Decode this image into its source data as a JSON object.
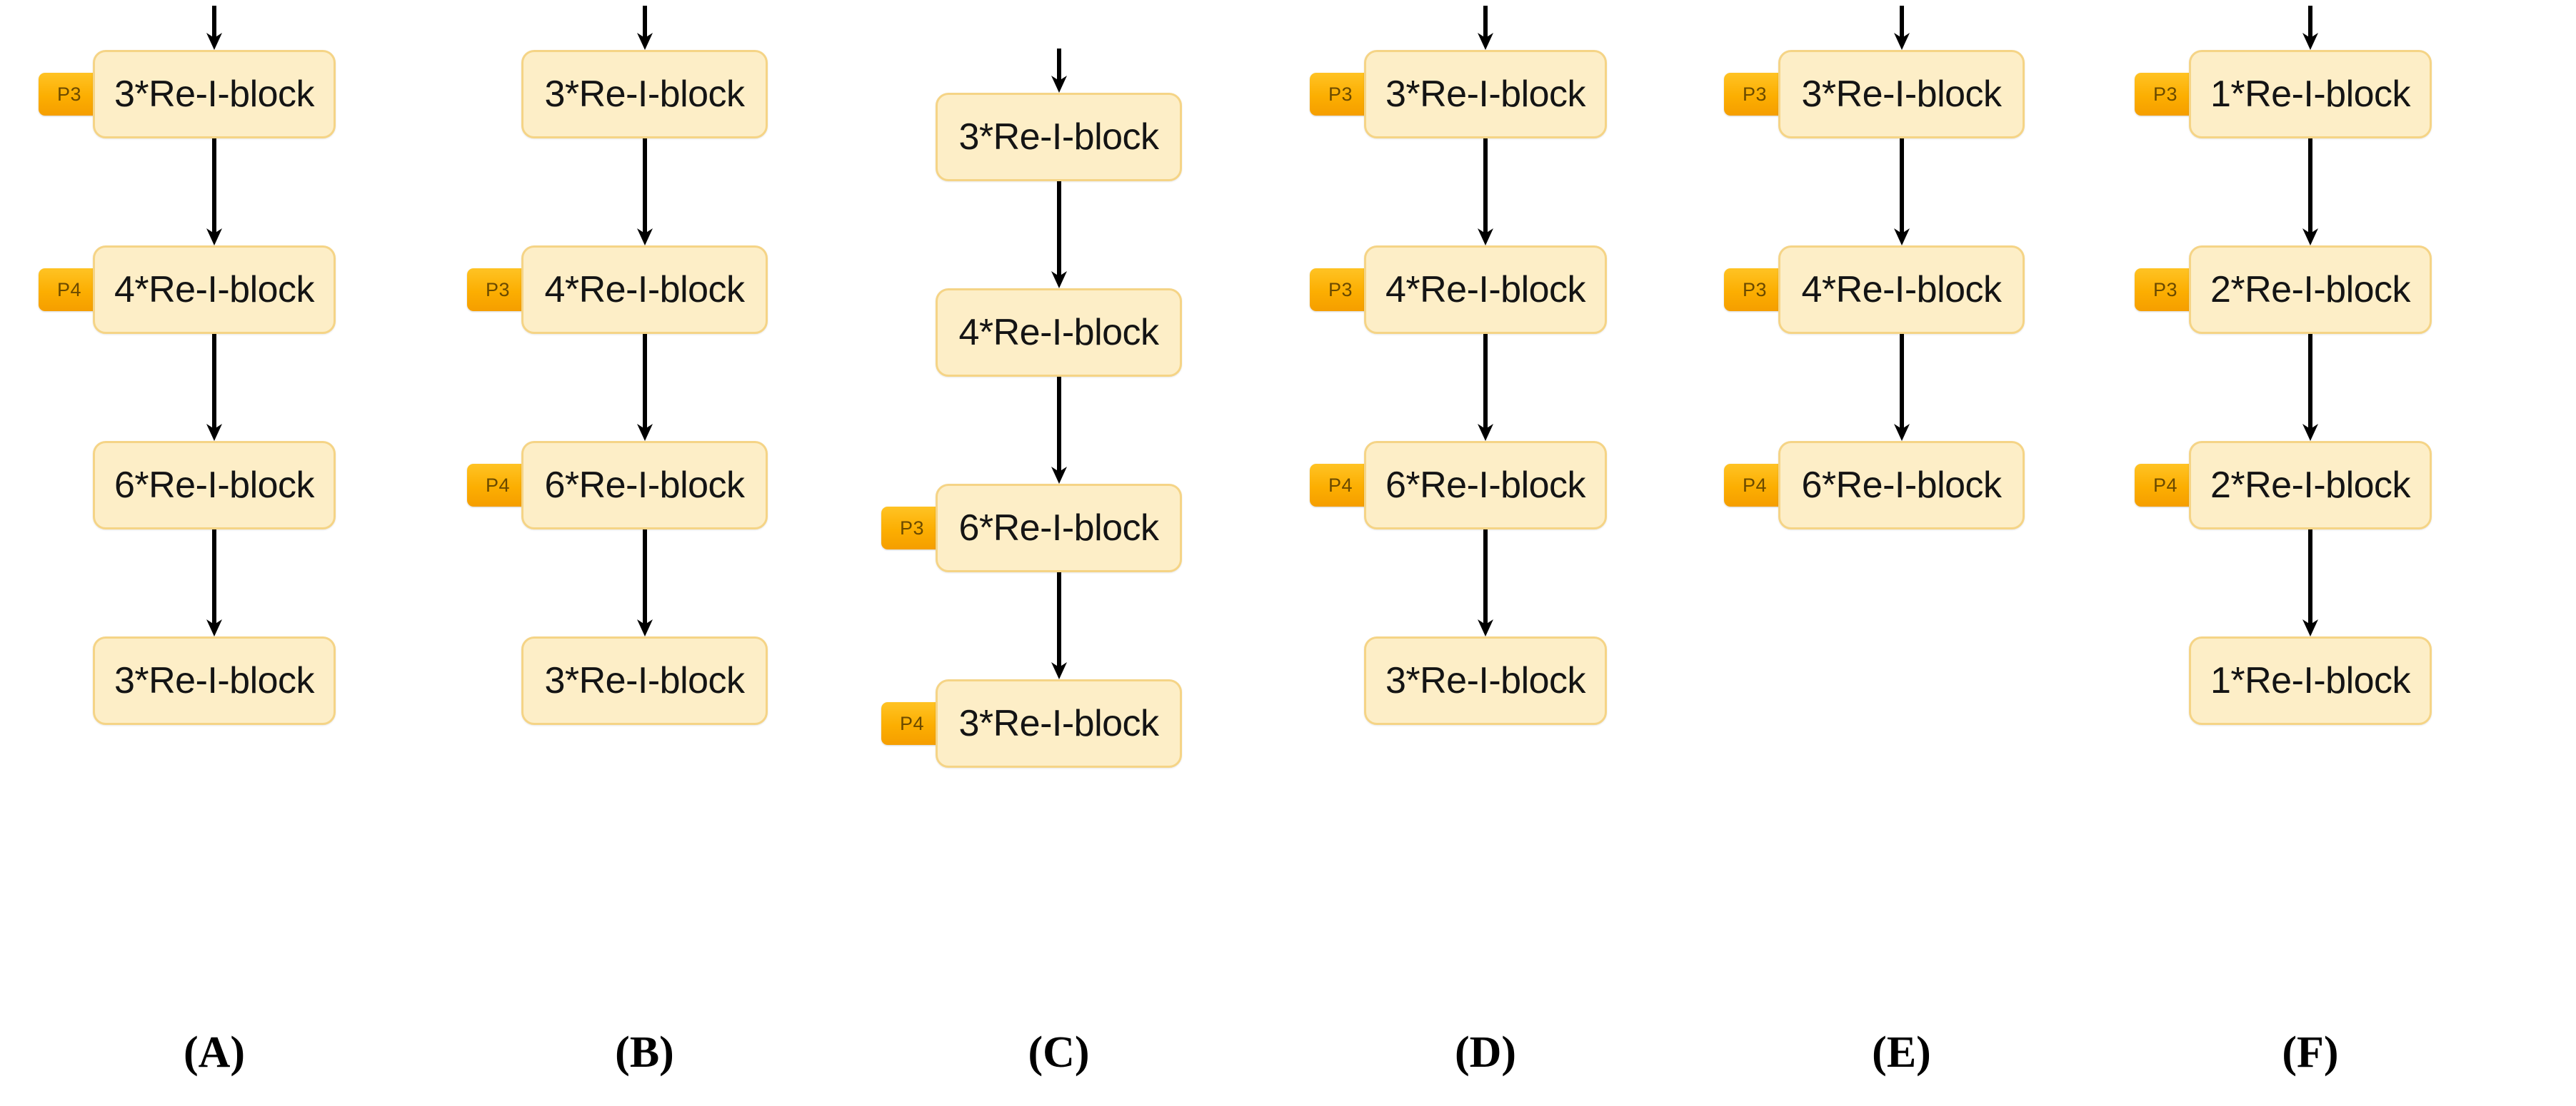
{
  "figure": {
    "background_color": "#ffffff",
    "box_fill_color": "#fdeec7",
    "box_border_color": "#f5d486",
    "tag_color": "#fcae01",
    "tag_text_color": "#6b4a00",
    "arrow_color": "#000000",
    "text_color": "#141414"
  },
  "columns": [
    {
      "caption": "(A)",
      "nodes": [
        {
          "label": "3*Re-I-block",
          "tag": "P3"
        },
        {
          "label": "4*Re-I-block",
          "tag": "P4"
        },
        {
          "label": "6*Re-I-block",
          "tag": ""
        },
        {
          "label": "3*Re-I-block",
          "tag": ""
        }
      ]
    },
    {
      "caption": "(B)",
      "nodes": [
        {
          "label": "3*Re-I-block",
          "tag": ""
        },
        {
          "label": "4*Re-I-block",
          "tag": "P3"
        },
        {
          "label": "6*Re-I-block",
          "tag": "P4"
        },
        {
          "label": "3*Re-I-block",
          "tag": ""
        }
      ]
    },
    {
      "caption": "(C)",
      "nodes": [
        {
          "label": "3*Re-I-block",
          "tag": ""
        },
        {
          "label": "4*Re-I-block",
          "tag": ""
        },
        {
          "label": "6*Re-I-block",
          "tag": "P3"
        },
        {
          "label": "3*Re-I-block",
          "tag": "P4"
        }
      ]
    },
    {
      "caption": "(D)",
      "nodes": [
        {
          "label": "3*Re-I-block",
          "tag": "P3"
        },
        {
          "label": "4*Re-I-block",
          "tag": "P3"
        },
        {
          "label": "6*Re-I-block",
          "tag": "P4"
        },
        {
          "label": "3*Re-I-block",
          "tag": ""
        }
      ]
    },
    {
      "caption": "(E)",
      "nodes": [
        {
          "label": "3*Re-I-block",
          "tag": "P3"
        },
        {
          "label": "4*Re-I-block",
          "tag": "P3"
        },
        {
          "label": "6*Re-I-block",
          "tag": "P4"
        }
      ]
    },
    {
      "caption": "(F)",
      "nodes": [
        {
          "label": "1*Re-I-block",
          "tag": "P3"
        },
        {
          "label": "2*Re-I-block",
          "tag": "P3"
        },
        {
          "label": "2*Re-I-block",
          "tag": "P4"
        },
        {
          "label": "1*Re-I-block",
          "tag": ""
        }
      ]
    }
  ]
}
